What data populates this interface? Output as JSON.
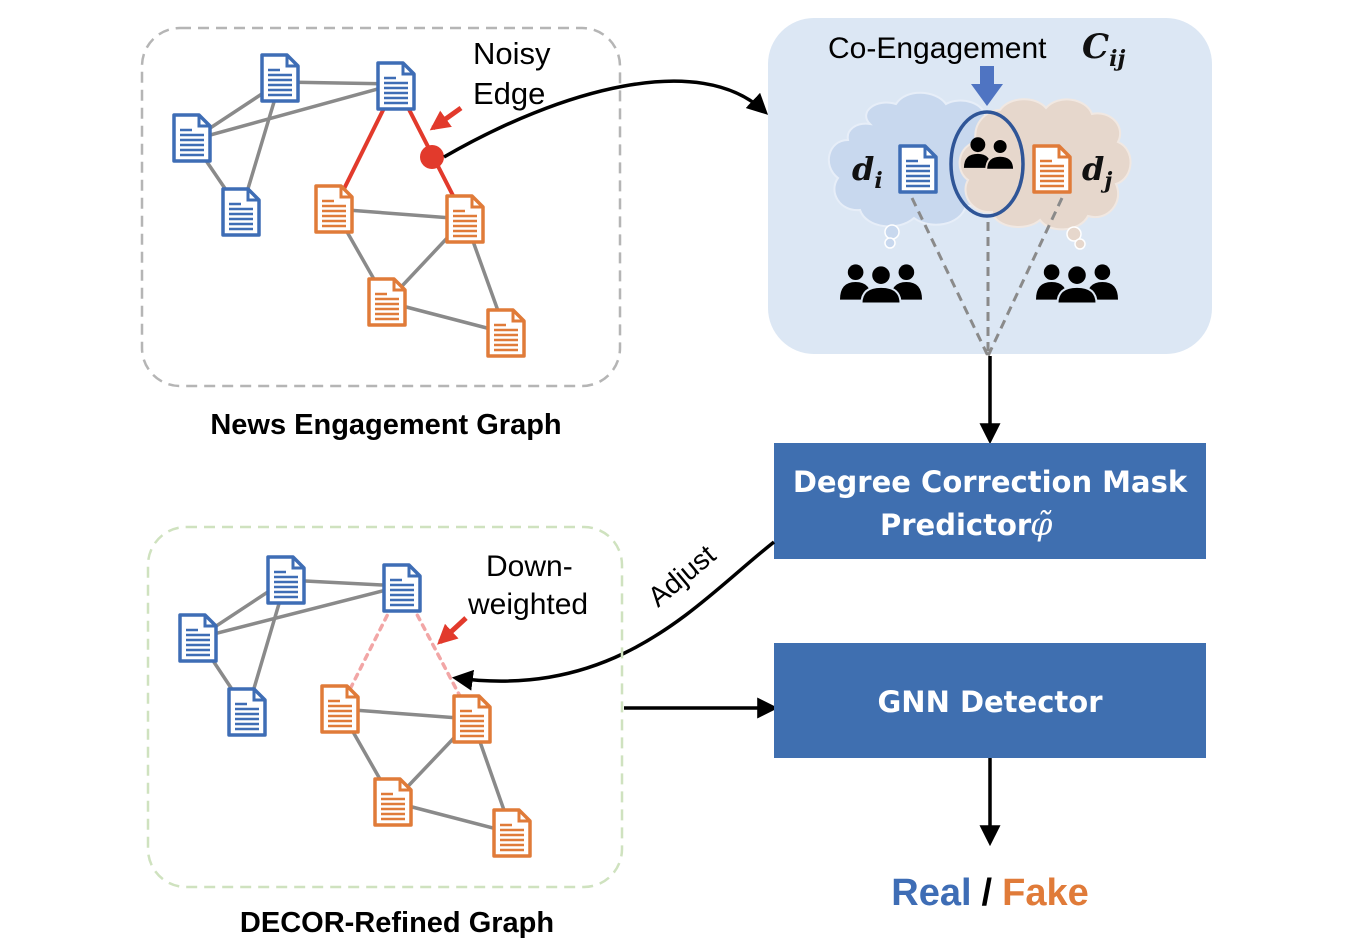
{
  "graph_top": {
    "title": "News Engagement Graph",
    "annotation_line1": "Noisy",
    "annotation_line2": "Edge"
  },
  "graph_bottom": {
    "title": "DECOR-Refined Graph",
    "annotation_line1": "Down-",
    "annotation_line2": "weighted"
  },
  "co_engagement": {
    "label": "Co-Engagement",
    "symbol": "C",
    "symbol_sub": "ij",
    "left_doc": "d",
    "left_sub": "i",
    "right_doc": "d",
    "right_sub": "j"
  },
  "boxes": {
    "predictor_line1": "Degree Correction Mask",
    "predictor_line2": "Predictor",
    "predictor_symbol": "φ̃",
    "detector": "GNN Detector"
  },
  "adjust_label": "Adjust",
  "output": {
    "real": "Real",
    "separator": "/",
    "fake": "Fake"
  },
  "colors": {
    "real_blue": "#3e6db5",
    "fake_orange": "#e07b39",
    "box_fill": "#3f6fb0",
    "noisy_red": "#e23a2c",
    "downweighted_pink": "#f2a6a6",
    "cloud_panel": "#dce7f4"
  },
  "icons": [
    "document-icon",
    "users-group-icon",
    "down-arrow-icon",
    "thought-cloud-icon"
  ]
}
